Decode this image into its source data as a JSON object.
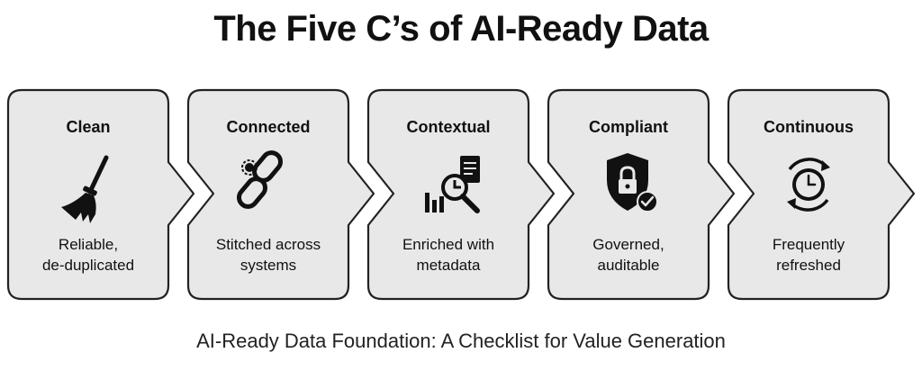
{
  "title": "The Five C’s of AI-Ready Data",
  "caption": "AI-Ready Data Foundation: A Checklist for Value Generation",
  "colors": {
    "card_fill": "#e8e8e8",
    "card_stroke": "#222222",
    "text": "#111111"
  },
  "steps": [
    {
      "heading": "Clean",
      "desc_line1": "Reliable,",
      "desc_line2": "de-duplicated",
      "icon": "broom-icon"
    },
    {
      "heading": "Connected",
      "desc_line1": "Stitched across",
      "desc_line2": "systems",
      "icon": "chain-link-icon"
    },
    {
      "heading": "Contextual",
      "desc_line1": "Enriched with",
      "desc_line2": "metadata",
      "icon": "magnifier-report-icon"
    },
    {
      "heading": "Compliant",
      "desc_line1": "Governed,",
      "desc_line2": "auditable",
      "icon": "shield-lock-icon"
    },
    {
      "heading": "Continuous",
      "desc_line1": "Frequently",
      "desc_line2": "refreshed",
      "icon": "clock-refresh-icon"
    }
  ]
}
